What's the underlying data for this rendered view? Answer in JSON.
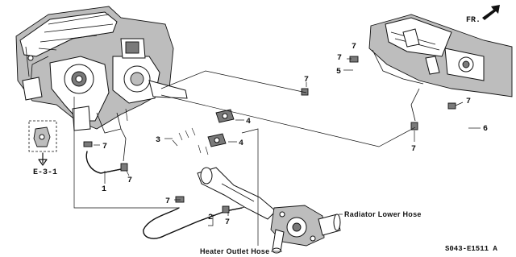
{
  "direction_marker": {
    "label": "FR."
  },
  "callouts": {
    "c1": "1",
    "c2": "2",
    "c3": "3",
    "c4a": "4",
    "c4b": "4",
    "c5": "5",
    "c6": "6",
    "c7a": "7",
    "c7b": "7",
    "c7c": "7",
    "c7d": "7",
    "c7e": "7",
    "c7f": "7",
    "c7g": "7",
    "c7h": "7",
    "c7i": "7"
  },
  "reference": {
    "label": "E-3-1"
  },
  "captions": {
    "radiator_lower_hose": "Radiator Lower Hose",
    "heater_outlet_hose": "Heater Outlet Hose"
  },
  "diagram_code": "S043-E1511 A"
}
